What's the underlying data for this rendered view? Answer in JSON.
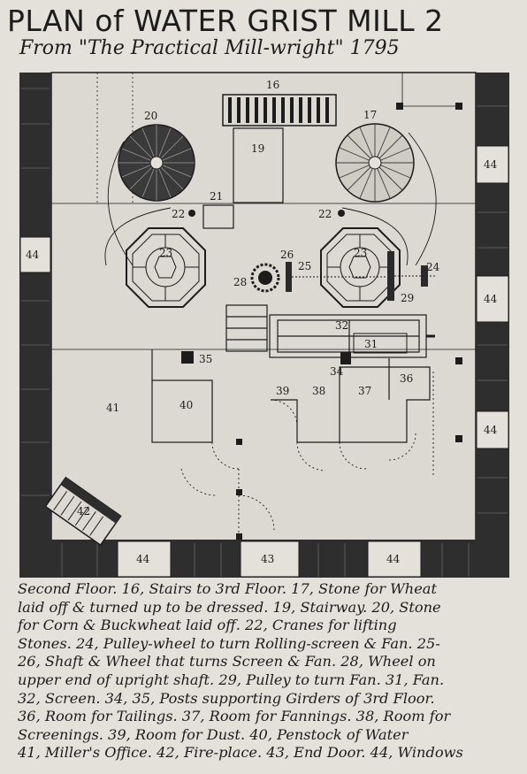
{
  "title": "PLAN of WATER GRIST MILL 2",
  "subtitle": "From \"The Practical Mill-wright\" 1795",
  "labels": {
    "n16": "16",
    "n17": "17",
    "n19": "19",
    "n20": "20",
    "n21": "21",
    "n22a": "22",
    "n22b": "22",
    "n23a": "23",
    "n23b": "23",
    "n24": "24",
    "n25": "25",
    "n26": "26",
    "n28": "28",
    "n29": "29",
    "n31": "31",
    "n32": "32",
    "n34": "34",
    "n35": "35",
    "n36": "36",
    "n37": "37",
    "n38": "38",
    "n39": "39",
    "n40": "40",
    "n41": "41",
    "n42": "42",
    "n43": "43",
    "w1": "44",
    "w2": "44",
    "w3": "44",
    "w4": "44",
    "w5": "44",
    "w6": "44"
  },
  "legend": [
    "Second Floor. 16, Stairs to 3rd Floor. 17, Stone for Wheat",
    "laid off & turned up to be dressed. 19, Stairway. 20, Stone",
    "for Corn & Buckwheat laid off. 22, Cranes for lifting",
    "Stones. 24, Pulley-wheel to turn Rolling-screen & Fan. 25-",
    "26, Shaft & Wheel that turns Screen & Fan. 28, Wheel on",
    "upper end of upright shaft. 29, Pulley to turn Fan. 31, Fan.",
    "32, Screen. 34, 35, Posts supporting Girders of 3rd Floor.",
    "36, Room for Tailings. 37, Room for Fannings. 38, Room for",
    "Screenings. 39, Room for Dust. 40, Penstock of Water",
    "41, Miller's Office. 42, Fire-place. 43, End Door. 44, Windows"
  ]
}
